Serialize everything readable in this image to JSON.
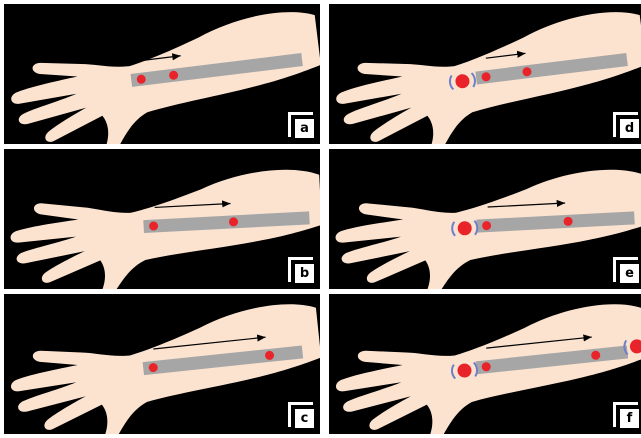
{
  "colors": {
    "background": "#000000",
    "skin": "#fbe3d0",
    "sensor_strip": "#a6a6a6",
    "marker": "#e8232a",
    "vibration_arcs": "#6d7fc9",
    "arrow": "#000000"
  },
  "panels": [
    {
      "label": "a",
      "vibration_motors": false,
      "moving_dot_progress": 0.1
    },
    {
      "label": "b",
      "vibration_motors": false,
      "moving_dot_progress": 0.5
    },
    {
      "label": "c",
      "vibration_motors": false,
      "moving_dot_progress": 0.85
    },
    {
      "label": "d",
      "vibration_motors": true,
      "moving_dot_progress": 0.2
    },
    {
      "label": "e",
      "vibration_motors": true,
      "moving_dot_progress": 0.55
    },
    {
      "label": "f",
      "vibration_motors": true,
      "moving_dot_progress": 0.85
    }
  ]
}
